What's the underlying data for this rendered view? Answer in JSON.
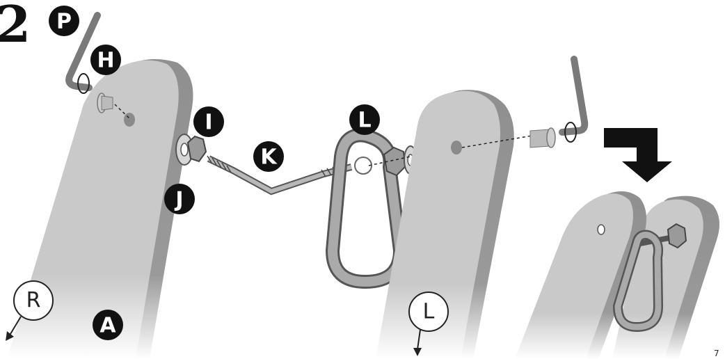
{
  "step_number": "2",
  "page_number": "7",
  "part_labels": {
    "P": "P",
    "H": "H",
    "I": "I",
    "J": "J",
    "K": "K",
    "L": "L",
    "A": "A"
  },
  "side_labels": {
    "left_leg": "R",
    "right_leg": "L"
  },
  "colors": {
    "leg_face": "#c8c8c8",
    "leg_side": "#8e8e8e",
    "hardware": "#9a9a9a",
    "label_bg": "#111111"
  }
}
